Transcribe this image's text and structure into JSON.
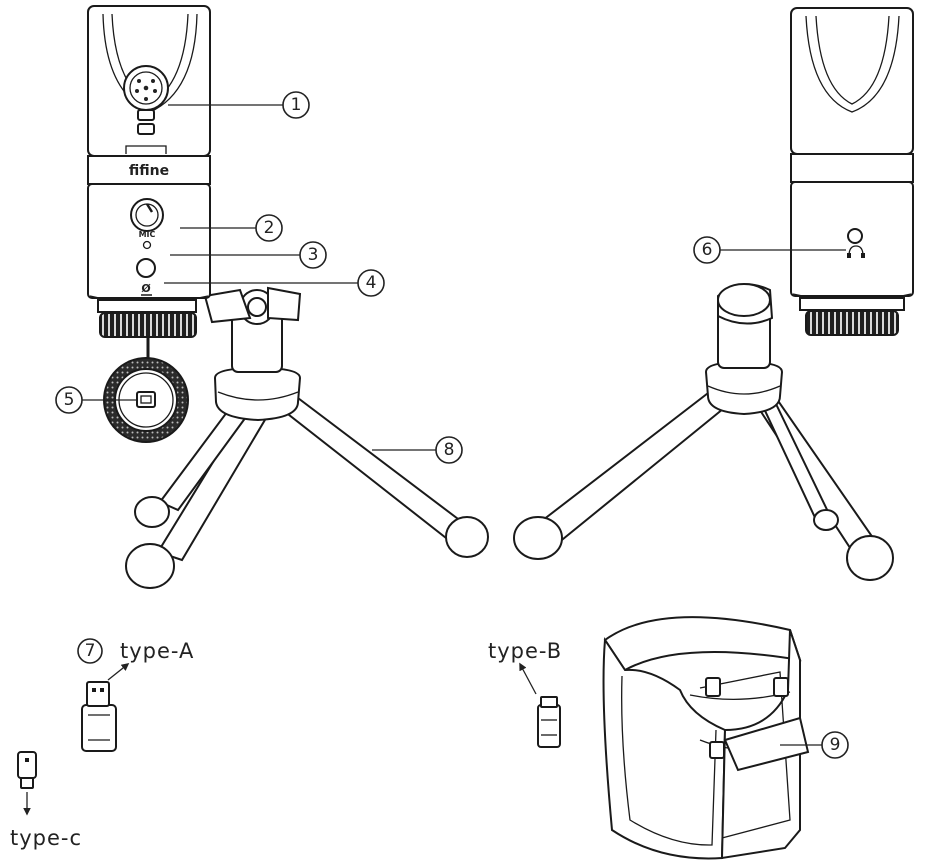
{
  "brand": "fifine",
  "mic_knob_label": "MIC",
  "mute_symbol": "Ø",
  "callouts": [
    "1",
    "2",
    "3",
    "4",
    "5",
    "6",
    "7",
    "8",
    "9"
  ],
  "cable_labels": {
    "type_a": "type-A",
    "type_b": "type-B",
    "type_c": "type-c"
  }
}
